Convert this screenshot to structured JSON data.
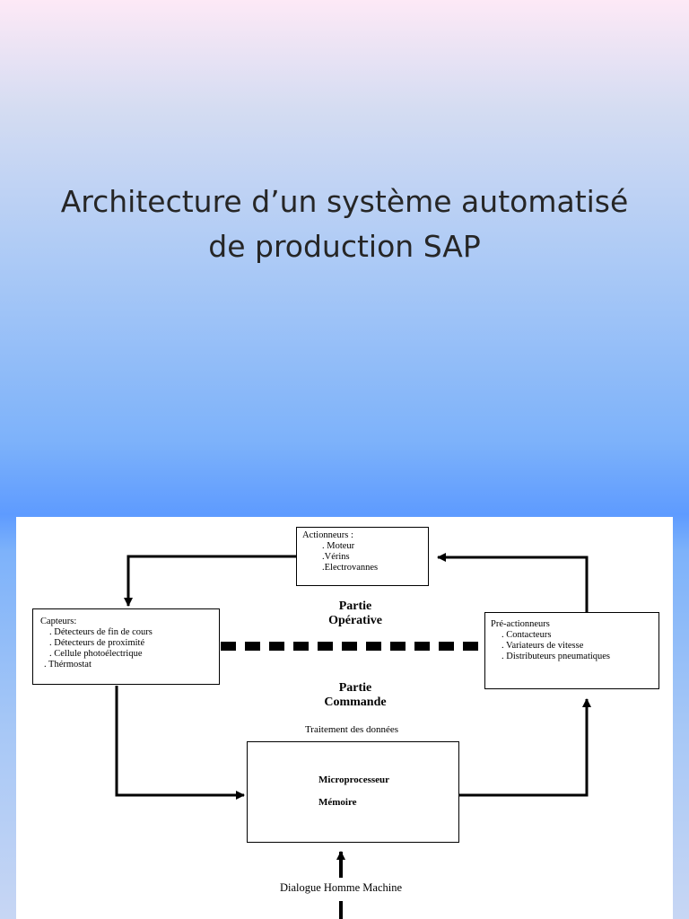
{
  "title": {
    "line1": "Architecture d’un système automatisé",
    "line2": "de production SAP"
  },
  "diagram": {
    "actionneurs": {
      "header": "Actionneurs :",
      "items": [
        ". Moteur",
        ".Vérins",
        ".Electrovannes"
      ]
    },
    "capteurs": {
      "header": "Capteurs:",
      "items": [
        ". Détecteurs de fin de cours",
        ". Détecteurs de proximité",
        ". Cellule photoélectrique",
        ". Thérmostat"
      ]
    },
    "preactionneurs": {
      "header": "Pré-actionneurs",
      "items": [
        ". Contacteurs",
        ". Variateurs de vitesse",
        ". Distributeurs pneumatiques"
      ]
    },
    "partie_operative": [
      "Partie",
      "Opérative"
    ],
    "partie_commande": [
      "Partie",
      "Commande"
    ],
    "traitement_label": "Traitement des données",
    "processing": {
      "line1": "Microprocesseur",
      "line2": "Mémoire"
    },
    "dialogue_label": "Dialogue Homme Machine"
  }
}
